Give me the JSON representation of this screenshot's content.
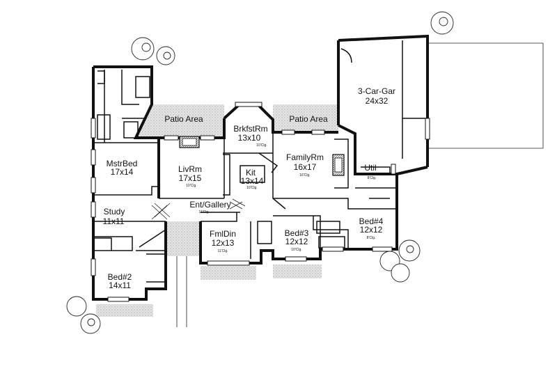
{
  "rooms": {
    "garage": {
      "name": "3-Car-Gar",
      "size": "24x32"
    },
    "patio_left": {
      "name": "Patio Area"
    },
    "patio_right": {
      "name": "Patio Area"
    },
    "breakfast": {
      "name": "BrkfstRm",
      "size": "13x10",
      "clg": "10'Clg."
    },
    "family": {
      "name": "FamilyRm",
      "size": "16x17",
      "clg": "16'Clg."
    },
    "master": {
      "name": "MstrBed",
      "size": "17x14"
    },
    "living": {
      "name": "LivRm",
      "size": "17x15",
      "clg": "10'Clg."
    },
    "kitchen": {
      "name": "Kit",
      "size": "13x14",
      "clg": "10'Clg."
    },
    "utility": {
      "name": "Util",
      "clg": "8'Clg."
    },
    "gallery": {
      "name": "Ent/Gallery",
      "clg": "11'Clg."
    },
    "study": {
      "name": "Study",
      "size": "11x11"
    },
    "dining": {
      "name": "FmlDin",
      "size": "12x13",
      "clg": "11'Clg."
    },
    "bed3": {
      "name": "Bed#3",
      "size": "12x12",
      "clg": "10'Clg."
    },
    "bed4": {
      "name": "Bed#4",
      "size": "12x12",
      "clg": "8'Clg."
    },
    "bed2": {
      "name": "Bed#2",
      "size": "14x11"
    }
  },
  "colors": {
    "ink": "#111111",
    "paper": "#ffffff",
    "stipple": "#9a9a9a"
  }
}
